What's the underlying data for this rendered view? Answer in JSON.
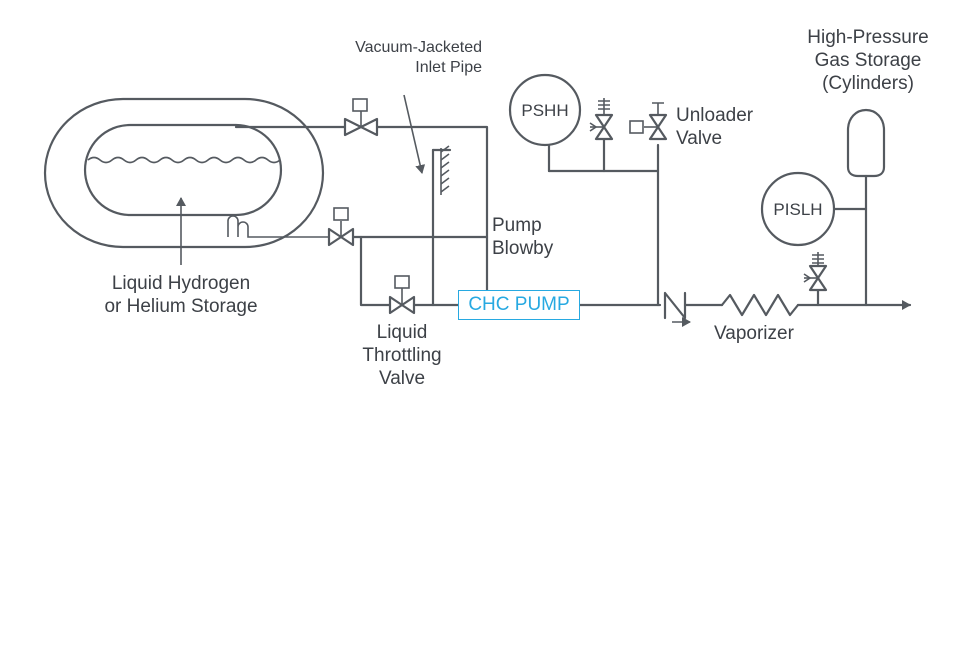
{
  "diagram": {
    "labels": {
      "vacuum_pipe": "Vacuum-Jacketed\nInlet Pipe",
      "storage": "Liquid Hydrogen\nor Helium Storage",
      "pump_blowby": "Pump\nBlowby",
      "throttling_valve": "Liquid\nThrottling\nValve",
      "unloader_valve": "Unloader\nValve",
      "high_pressure": "High-Pressure\nGas Storage\n(Cylinders)",
      "vaporizer": "Vaporizer",
      "pump": "CHC PUMP"
    },
    "instruments": {
      "pshh": "PSHH",
      "pislh": "PISLH"
    },
    "colors": {
      "line": "#555a60",
      "text": "#3d4147",
      "pump_accent": "#27a9e1"
    }
  }
}
